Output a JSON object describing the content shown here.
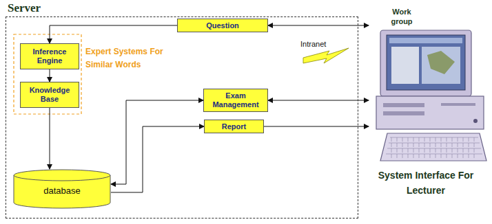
{
  "diagram": {
    "nodes": [
      {
        "text": [
          "Server"
        ]
      },
      {
        "text": [
          "Question"
        ],
        "in": 0
      },
      {
        "text": [
          "Inference Engine"
        ],
        "in": 0
      },
      {
        "text": [
          "Knowledge Base"
        ],
        "in": 0
      },
      {
        "text": [
          "Exam Management"
        ],
        "in": 0
      },
      {
        "text": [
          "Report"
        ],
        "in": 0
      },
      {
        "text": [
          "database"
        ],
        "in": 0
      },
      {
        "text": [
          "Work group",
          "System Interface For Lecturer"
        ]
      }
    ],
    "edges": [
      {
        "from": 1,
        "to": 7,
        "arrow": "both"
      },
      {
        "from": 1,
        "to": 2,
        "arrow": "to"
      },
      {
        "from": 2,
        "to": 3,
        "arrow": "to"
      },
      {
        "from": 3,
        "to": 6,
        "arrow": "to"
      },
      {
        "from": 4,
        "to": 6,
        "arrow": "both"
      },
      {
        "from": 4,
        "to": 7,
        "arrow": "both"
      },
      {
        "from": 6,
        "to": 5,
        "arrow": "to"
      },
      {
        "from": 5,
        "to": 7,
        "arrow": "to"
      }
    ],
    "labels": [
      "Expert Systems For Similar Words",
      "Intranet"
    ]
  }
}
